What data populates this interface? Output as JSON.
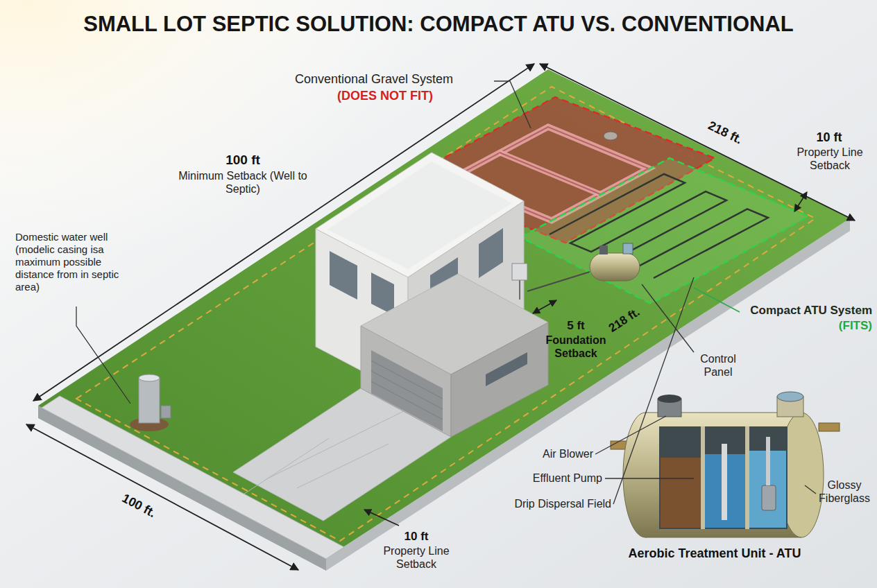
{
  "diagram": {
    "title": "SMALL LOT SEPTIC SOLUTION: COMPACT ATU VS. CONVENTIONAL",
    "labels": [
      "Conventional Gravel System",
      "(DOES NOT FIT)",
      "218 ft.",
      "10 ft",
      "Property Line Setback",
      "100 ft",
      "Minimum Setback (Well to Septic)",
      "Domestic water well (modelic casing isa maximum possible distance from in septic area)",
      "5 ft",
      "Foundation Setback",
      "Control Panel",
      "Compact ATU System",
      "(FITS)",
      "218 ft.",
      "Air Blower",
      "Effluent Pump",
      "Glossy Fiberglass",
      "Drip Dispersal Field",
      "100 ft.",
      "10 ft",
      "Property Line Setback",
      "Aerobic Treatment Unit - ATU"
    ]
  }
}
